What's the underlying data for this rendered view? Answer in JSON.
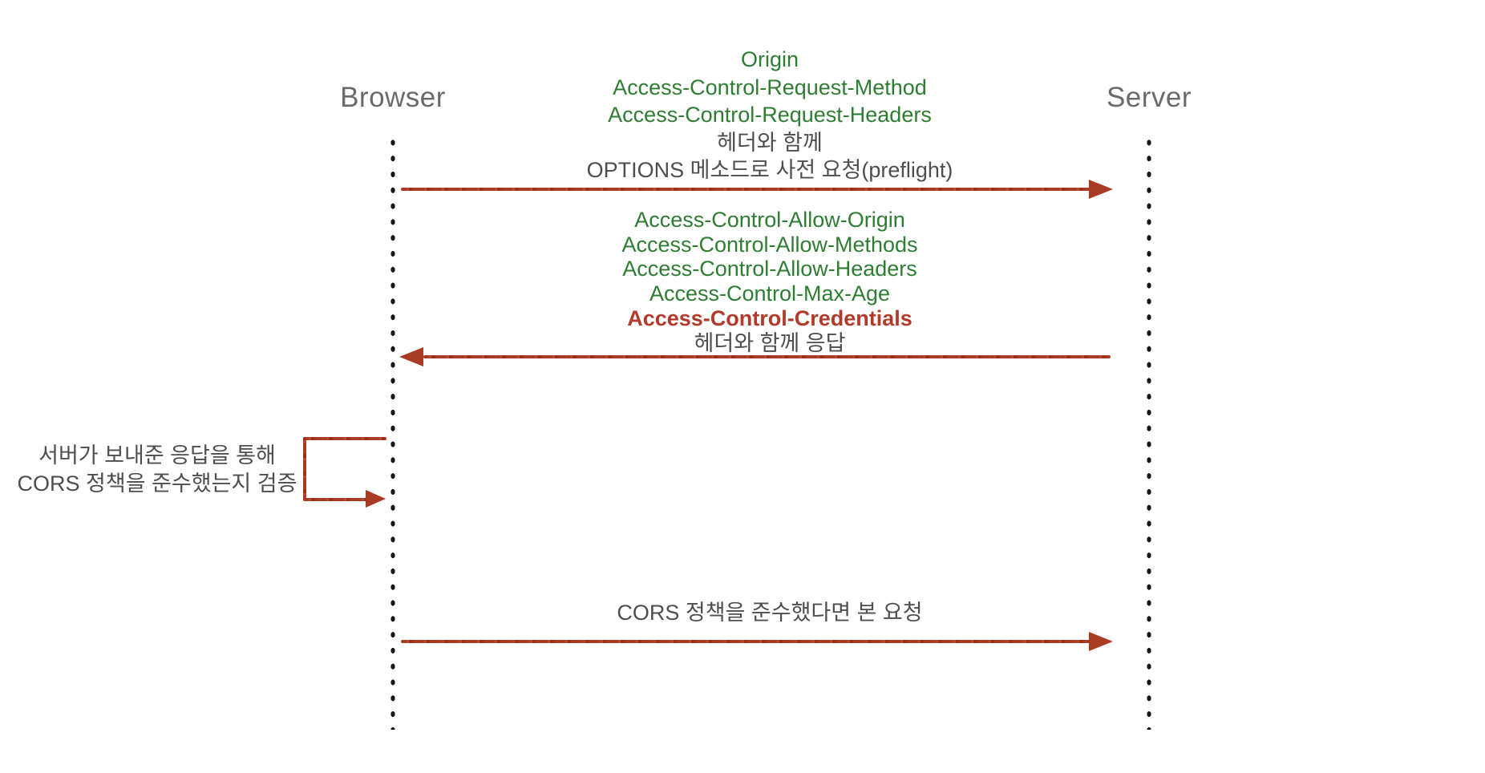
{
  "actors": {
    "browser": "Browser",
    "server": "Server"
  },
  "colors": {
    "header_green": "#2e7d32",
    "credentials_red": "#b23a2b",
    "arrow_red": "#a93b24",
    "note_gray": "#4e4e4e",
    "actor_gray": "#6a6a6a",
    "lifeline_black": "#161616",
    "background": "#ffffff"
  },
  "messages": {
    "preflight_request": {
      "from": "browser",
      "to": "server",
      "lines": [
        "Origin",
        "Access-Control-Request-Method",
        "Access-Control-Request-Headers",
        "헤더와 함께",
        "OPTIONS 메소드로 사전 요청(preflight)"
      ]
    },
    "preflight_response": {
      "from": "server",
      "to": "browser",
      "lines": [
        "Access-Control-Allow-Origin",
        "Access-Control-Allow-Methods",
        "Access-Control-Allow-Headers",
        "Access-Control-Max-Age",
        "Access-Control-Credentials",
        "헤더와 함께 응답"
      ]
    },
    "browser_validation_note": {
      "lines": [
        "서버가 보내준 응답을 통해",
        "CORS 정책을 준수했는지 검증"
      ]
    },
    "main_request": {
      "from": "browser",
      "to": "server",
      "lines": [
        "CORS 정책을 준수했다면 본 요청"
      ]
    }
  }
}
